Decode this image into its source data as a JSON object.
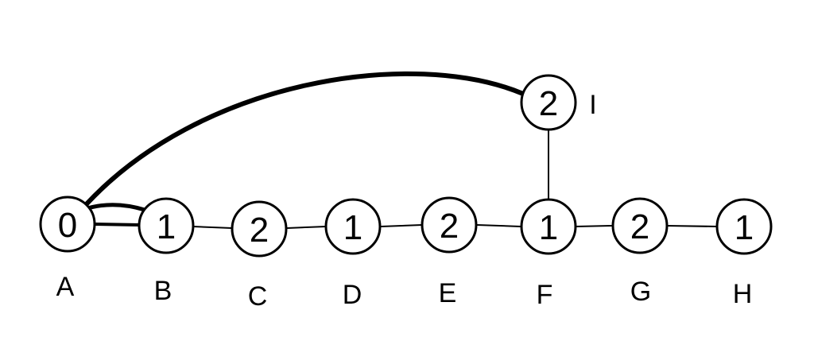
{
  "graph": {
    "nodes": [
      {
        "id": "A",
        "label": "A",
        "value": "0"
      },
      {
        "id": "B",
        "label": "B",
        "value": "1"
      },
      {
        "id": "C",
        "label": "C",
        "value": "2"
      },
      {
        "id": "D",
        "label": "D",
        "value": "1"
      },
      {
        "id": "E",
        "label": "E",
        "value": "2"
      },
      {
        "id": "F",
        "label": "F",
        "value": "1"
      },
      {
        "id": "G",
        "label": "G",
        "value": "2"
      },
      {
        "id": "H",
        "label": "H",
        "value": "1"
      },
      {
        "id": "I",
        "label": "I",
        "value": "2"
      }
    ],
    "edges": [
      {
        "from": "A",
        "to": "B"
      },
      {
        "from": "A",
        "to": "B"
      },
      {
        "from": "B",
        "to": "C"
      },
      {
        "from": "C",
        "to": "D"
      },
      {
        "from": "D",
        "to": "E"
      },
      {
        "from": "E",
        "to": "F"
      },
      {
        "from": "F",
        "to": "G"
      },
      {
        "from": "G",
        "to": "H"
      },
      {
        "from": "F",
        "to": "I"
      },
      {
        "from": "A",
        "to": "I"
      }
    ],
    "colors": {
      "stroke": "#000000",
      "fill": "#ffffff"
    }
  }
}
